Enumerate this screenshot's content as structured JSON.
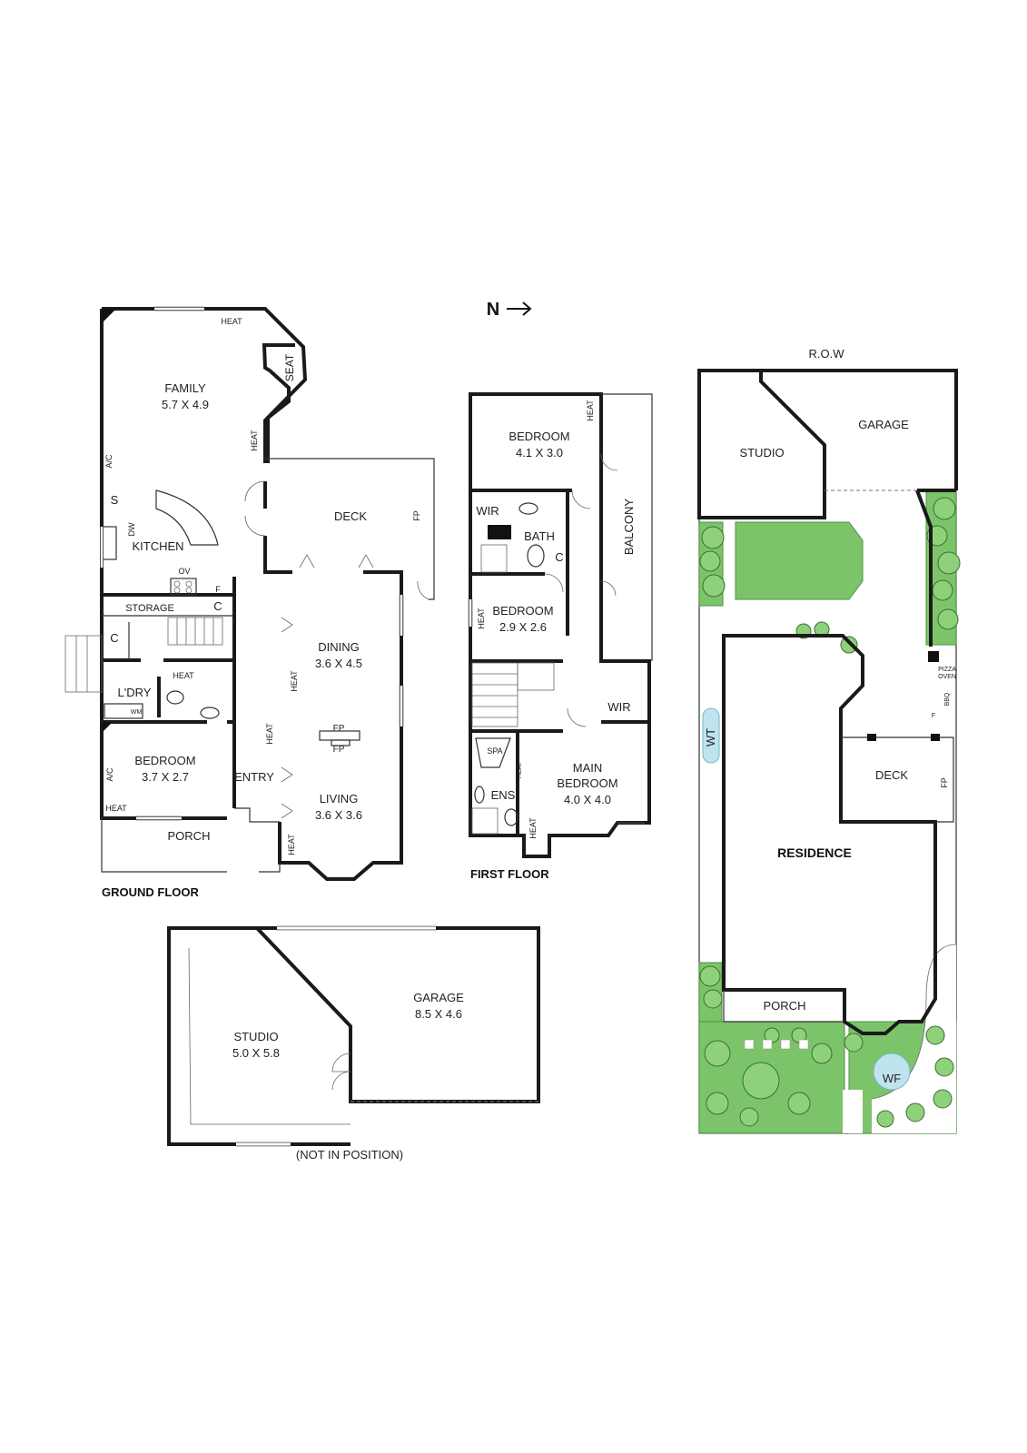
{
  "compass": {
    "label": "N",
    "icon": "north-arrow-icon"
  },
  "ground_floor": {
    "caption": "GROUND FLOOR",
    "rooms": {
      "family": {
        "name": "FAMILY",
        "dims": "5.7 X 4.9"
      },
      "kitchen": {
        "name": "KITCHEN"
      },
      "storage": {
        "name": "STORAGE"
      },
      "laundry": {
        "name": "L'DRY"
      },
      "bedroom": {
        "name": "BEDROOM",
        "dims": "3.7 X 2.7"
      },
      "entry": {
        "name": "ENTRY"
      },
      "porch": {
        "name": "PORCH"
      },
      "deck": {
        "name": "DECK"
      },
      "dining": {
        "name": "DINING",
        "dims": "3.6 X 4.5"
      },
      "living": {
        "name": "LIVING",
        "dims": "3.6 X 3.6"
      }
    },
    "fixtures": {
      "heat": "HEAT",
      "seat": "SEAT",
      "ac": "A/C",
      "sink": "S",
      "dw": "DW",
      "ov": "OV",
      "fridge": "F",
      "cupboard": "C",
      "wm": "WM",
      "fp": "FP"
    }
  },
  "first_floor": {
    "caption": "FIRST FLOOR",
    "rooms": {
      "bedroom1": {
        "name": "BEDROOM",
        "dims": "4.1 X 3.0"
      },
      "wir1": {
        "name": "WIR"
      },
      "bath": {
        "name": "BATH"
      },
      "balcony": {
        "name": "BALCONY"
      },
      "bedroom2": {
        "name": "BEDROOM",
        "dims": "2.9 X 2.6"
      },
      "wir2": {
        "name": "WIR"
      },
      "spa": {
        "name": "SPA"
      },
      "ens": {
        "name": "ENS"
      },
      "main_bedroom": {
        "name": "MAIN",
        "name2": "BEDROOM",
        "dims": "4.0 X 4.0"
      }
    },
    "fixtures": {
      "heat": "HEAT",
      "cupboard": "C"
    }
  },
  "outbuilding": {
    "note": "(NOT IN POSITION)",
    "rooms": {
      "studio": {
        "name": "STUDIO",
        "dims": "5.0 X 5.8"
      },
      "garage": {
        "name": "GARAGE",
        "dims": "8.5 X 4.6"
      }
    }
  },
  "site_plan": {
    "row_label": "R.O.W",
    "studio": "STUDIO",
    "garage": "GARAGE",
    "residence": "RESIDENCE",
    "deck": "DECK",
    "porch": "PORCH",
    "wt": "WT",
    "wf": "WF",
    "pizza1": "PIZZA",
    "pizza2": "OVEN",
    "bbq": "BBQ",
    "fp": "FP",
    "f": "F"
  },
  "colors": {
    "lawn": "#7cc46a",
    "wall": "#1a1a1a",
    "water": "#bfe3ef"
  }
}
